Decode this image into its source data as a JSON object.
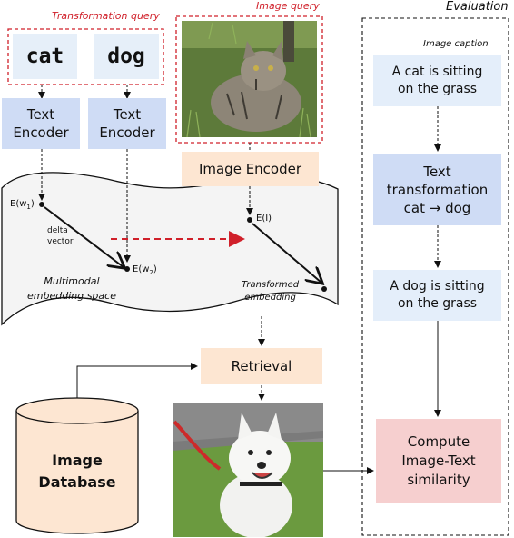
{
  "transformation_query": {
    "label": "Transformation query",
    "word_1": "cat",
    "word_2": "dog"
  },
  "image_query": {
    "label": "Image query",
    "photo": "cat-photo"
  },
  "text_encoder_1": {
    "line1": "Text",
    "line2": "Encoder"
  },
  "text_encoder_2": {
    "line1": "Text",
    "line2": "Encoder"
  },
  "image_encoder": {
    "label": "Image Encoder"
  },
  "embedding_space": {
    "label_line1": "Multimodal",
    "label_line2": "embedding space",
    "e_w1": "E(w",
    "e_w1_sub": "1",
    "e_w1_close": ")",
    "e_w2": "E(w",
    "e_w2_sub": "2",
    "e_w2_close": ")",
    "e_i": "E(I)",
    "delta_line1": "delta",
    "delta_line2": "vector",
    "transformed_line1": "Transformed",
    "transformed_line2": "embedding"
  },
  "retrieval": {
    "label": "Retrieval"
  },
  "database": {
    "line1": "Image",
    "line2": "Database"
  },
  "retrieved_image": {
    "photo": "dog-photo"
  },
  "evaluation": {
    "title": "Evaluation",
    "caption_label": "Image caption",
    "caption_1_line1": "A cat is sitting",
    "caption_1_line2": "on the grass",
    "transform_line1": "Text",
    "transform_line2": "transformation",
    "transform_line3": "cat → dog",
    "caption_2_line1": "A dog is sitting",
    "caption_2_line2": "on the grass",
    "compute_line1": "Compute",
    "compute_line2": "Image-Text",
    "compute_line3": "similarity"
  },
  "colors": {
    "query_border": "#d0202a",
    "encoder_blue": "#cfdcf5",
    "encoder_peach": "#fde6d2",
    "caption_blue": "#e4eefa",
    "compute_pink": "#f6cfcf",
    "dashed_arrow_red": "#d0202a"
  }
}
